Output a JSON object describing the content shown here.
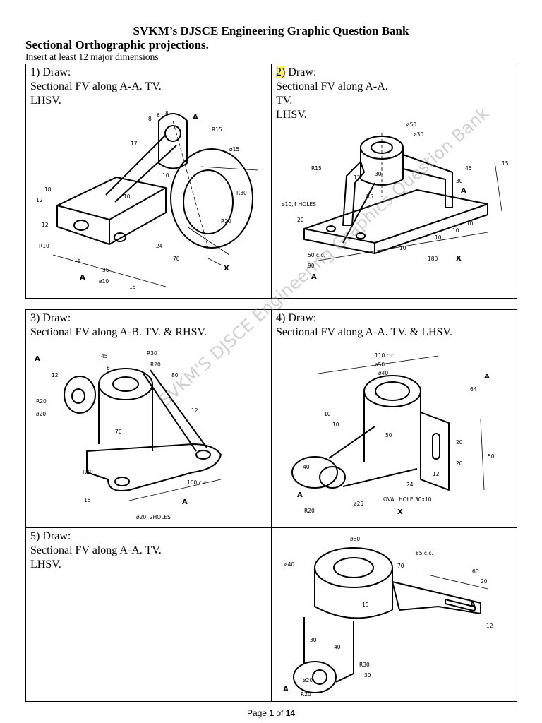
{
  "header": {
    "title": "SVKM’s DJSCE Engineering Graphic Question Bank",
    "subtitle": "Sectional Orthographic projections.",
    "instruction": "Insert at least 12 major dimensions"
  },
  "questions": [
    {
      "num": "1)",
      "label": "Draw:",
      "text": "Sectional FV along A-A. TV.\nLHSV.",
      "dims": [
        "R15",
        "ø15",
        "R30",
        "R20",
        "17",
        "8",
        "6",
        "8",
        "18",
        "12",
        "12",
        "R10",
        "18",
        "36",
        "ø10",
        "18",
        "24",
        "70",
        "10",
        "10",
        "A",
        "A",
        "X"
      ]
    },
    {
      "num": "2)",
      "label": "Draw:",
      "text": "Sectional FV along A-A.\nTV.\nLHSV.",
      "dims": [
        "ø50",
        "ø30",
        "R15",
        "12",
        "30",
        "R5",
        "ø10,4 HOLES",
        "20",
        "50 c.c.",
        "90",
        "10",
        "10",
        "10",
        "10",
        "180",
        "15",
        "45",
        "30",
        "A",
        "A",
        "X"
      ]
    },
    {
      "num": "3)",
      "label": "Draw:",
      "text": "Sectional FV along A-B. TV. & RHSV.",
      "dims": [
        "45",
        "R30",
        "R20",
        "12",
        "6",
        "80",
        "R20",
        "ø20",
        "70",
        "12",
        "R20",
        "100 c.c.",
        "15",
        "ø20, 2HOLES",
        "A",
        "A"
      ]
    },
    {
      "num": "4)",
      "label": "Draw:",
      "text": "Sectional FV along A-A. TV.  & LHSV.",
      "dims": [
        "110 c.c.",
        "ø50",
        "ø40",
        "64",
        "10",
        "10",
        "50",
        "20",
        "20",
        "50",
        "40",
        "24",
        "12",
        "ø25",
        "OVAL HOLE 30x10",
        "R20",
        "A",
        "A",
        "X"
      ]
    },
    {
      "num": "5)",
      "label": "Draw:",
      "text": "Sectional FV along A-A. TV.\nLHSV.",
      "dims": [
        "ø80",
        "85 c.c.",
        "ø40",
        "70",
        "60",
        "20",
        "15",
        "12",
        "30",
        "40",
        "R30",
        "30",
        "ø20",
        "R20",
        "A",
        "A"
      ]
    }
  ],
  "watermark": "SVKM'S DJSCE Engineering Graphics Question Bank",
  "footer": {
    "prefix": "Page ",
    "page": "1",
    "sep": " of ",
    "total": "14"
  }
}
